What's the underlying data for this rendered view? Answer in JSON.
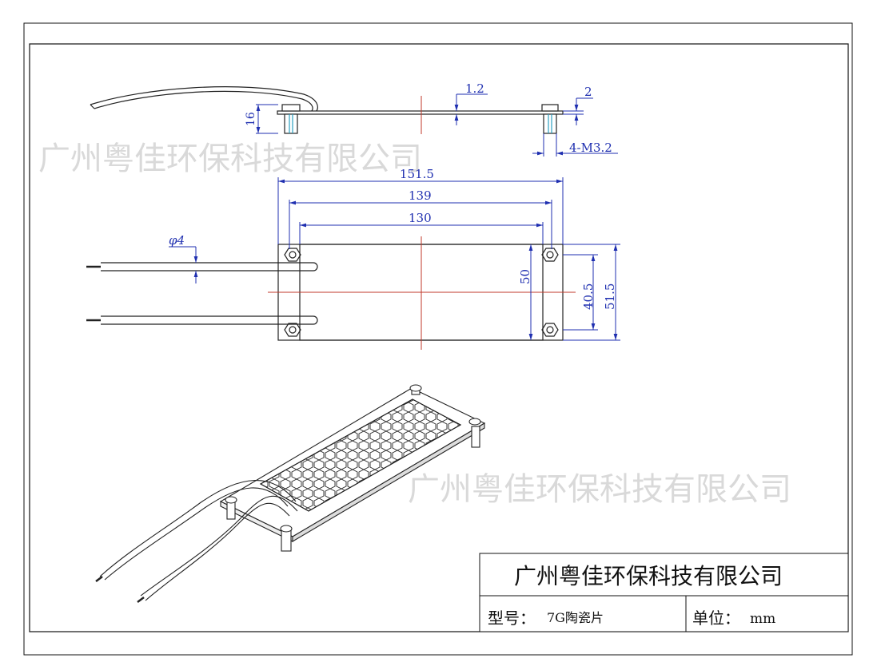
{
  "watermark": "广州粤佳环保科技有限公司",
  "title_block": {
    "company": "广州粤佳环保科技有限公司",
    "model_label": "型号：",
    "model_value": "7G陶瓷片",
    "unit_label": "单位：",
    "unit_value": "mm"
  },
  "dimensions": {
    "plate_thickness": "1.2",
    "bracket_thickness": "2",
    "height": "16",
    "screws": "4-M3.2",
    "overall_length": "151.5",
    "hole_spacing_outer": "139",
    "ceramic_length": "130",
    "wire_diameter": "φ4",
    "ceramic_width": "50",
    "hole_spacing_width": "40.5",
    "overall_width": "51.5"
  },
  "colors": {
    "dimension": "#1f2fb0",
    "centerline": "#c0392b",
    "outline": "#222222",
    "watermark": "#d9d9d9"
  }
}
